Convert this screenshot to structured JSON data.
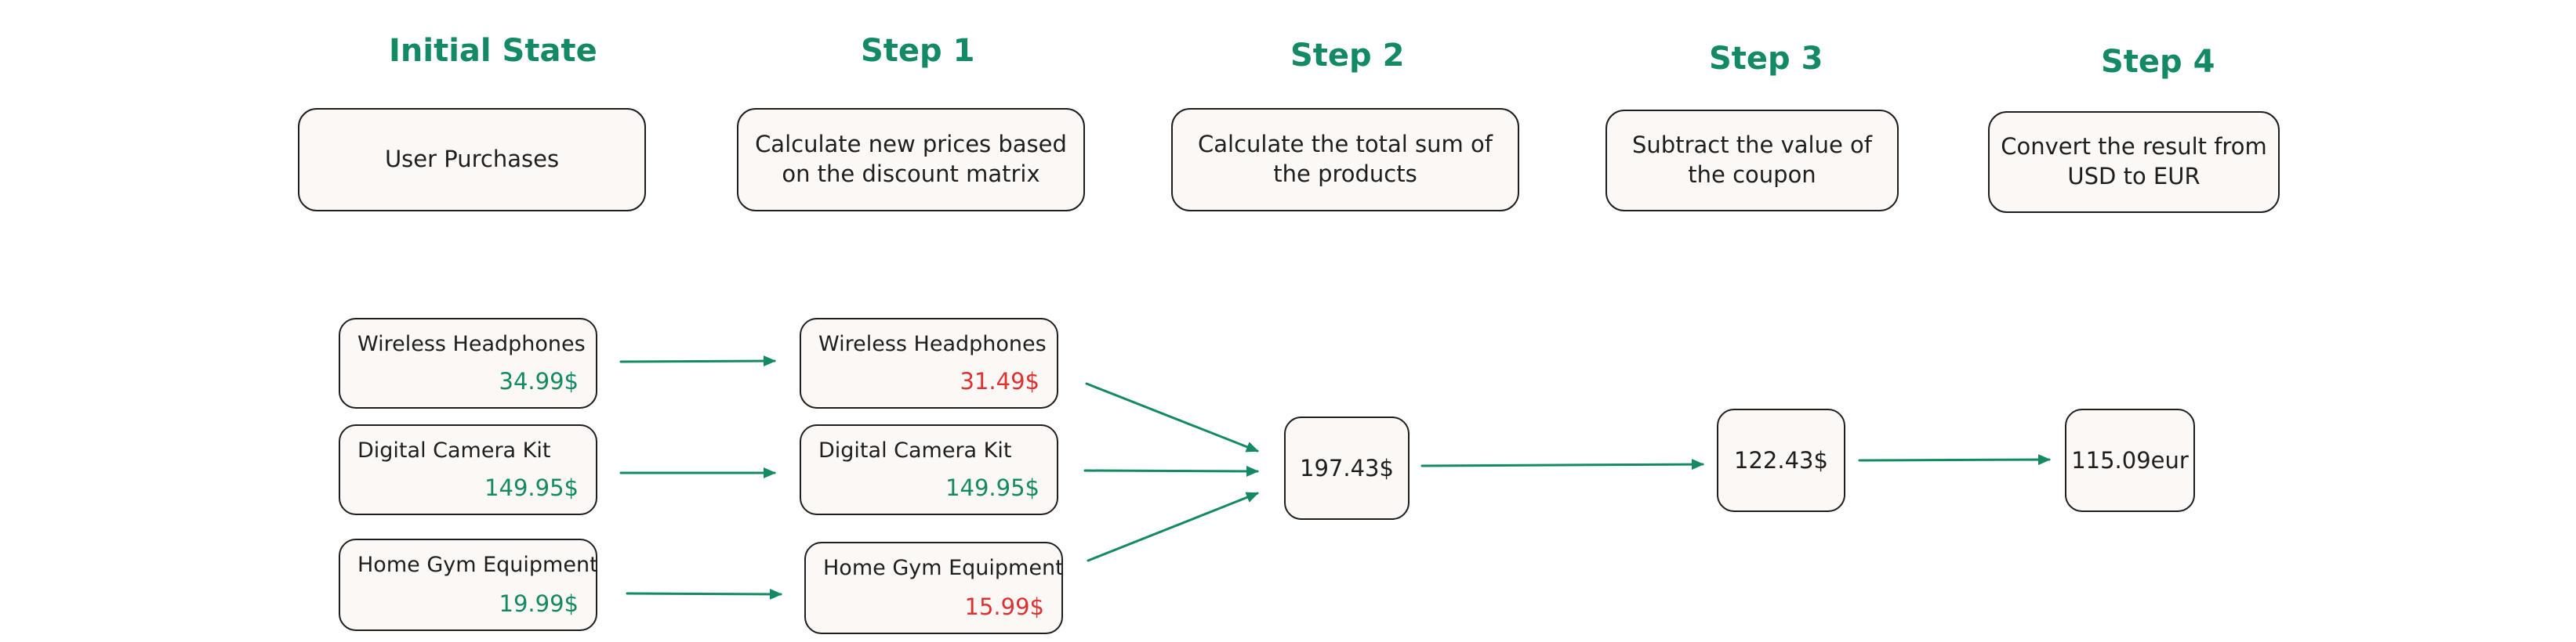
{
  "steps": [
    {
      "title": "Initial State",
      "description": "User Purchases"
    },
    {
      "title": "Step 1",
      "description": "Calculate new prices based on the discount matrix"
    },
    {
      "title": "Step 2",
      "description": "Calculate the total sum of the products"
    },
    {
      "title": "Step 3",
      "description": "Subtract the value of the coupon"
    },
    {
      "title": "Step 4",
      "description": "Convert the result from USD to EUR"
    }
  ],
  "initial_items": [
    {
      "name": "Wireless Headphones",
      "price": "34.99$"
    },
    {
      "name": "Digital Camera Kit",
      "price": "149.95$"
    },
    {
      "name": "Home Gym Equipment",
      "price": "19.99$"
    }
  ],
  "discounted_items": [
    {
      "name": "Wireless Headphones",
      "price": "31.49$"
    },
    {
      "name": "Digital Camera Kit",
      "price": "149.95$"
    },
    {
      "name": "Home Gym Equipment",
      "price": "15.99$"
    }
  ],
  "totals": {
    "sum": "197.43$",
    "after_coupon": "122.43$",
    "converted": "115.09eur"
  },
  "colors": {
    "accent": "#138a63",
    "discounted": "#e03131",
    "box_fill": "#fcf8f5",
    "stroke": "#1e1e1e"
  }
}
